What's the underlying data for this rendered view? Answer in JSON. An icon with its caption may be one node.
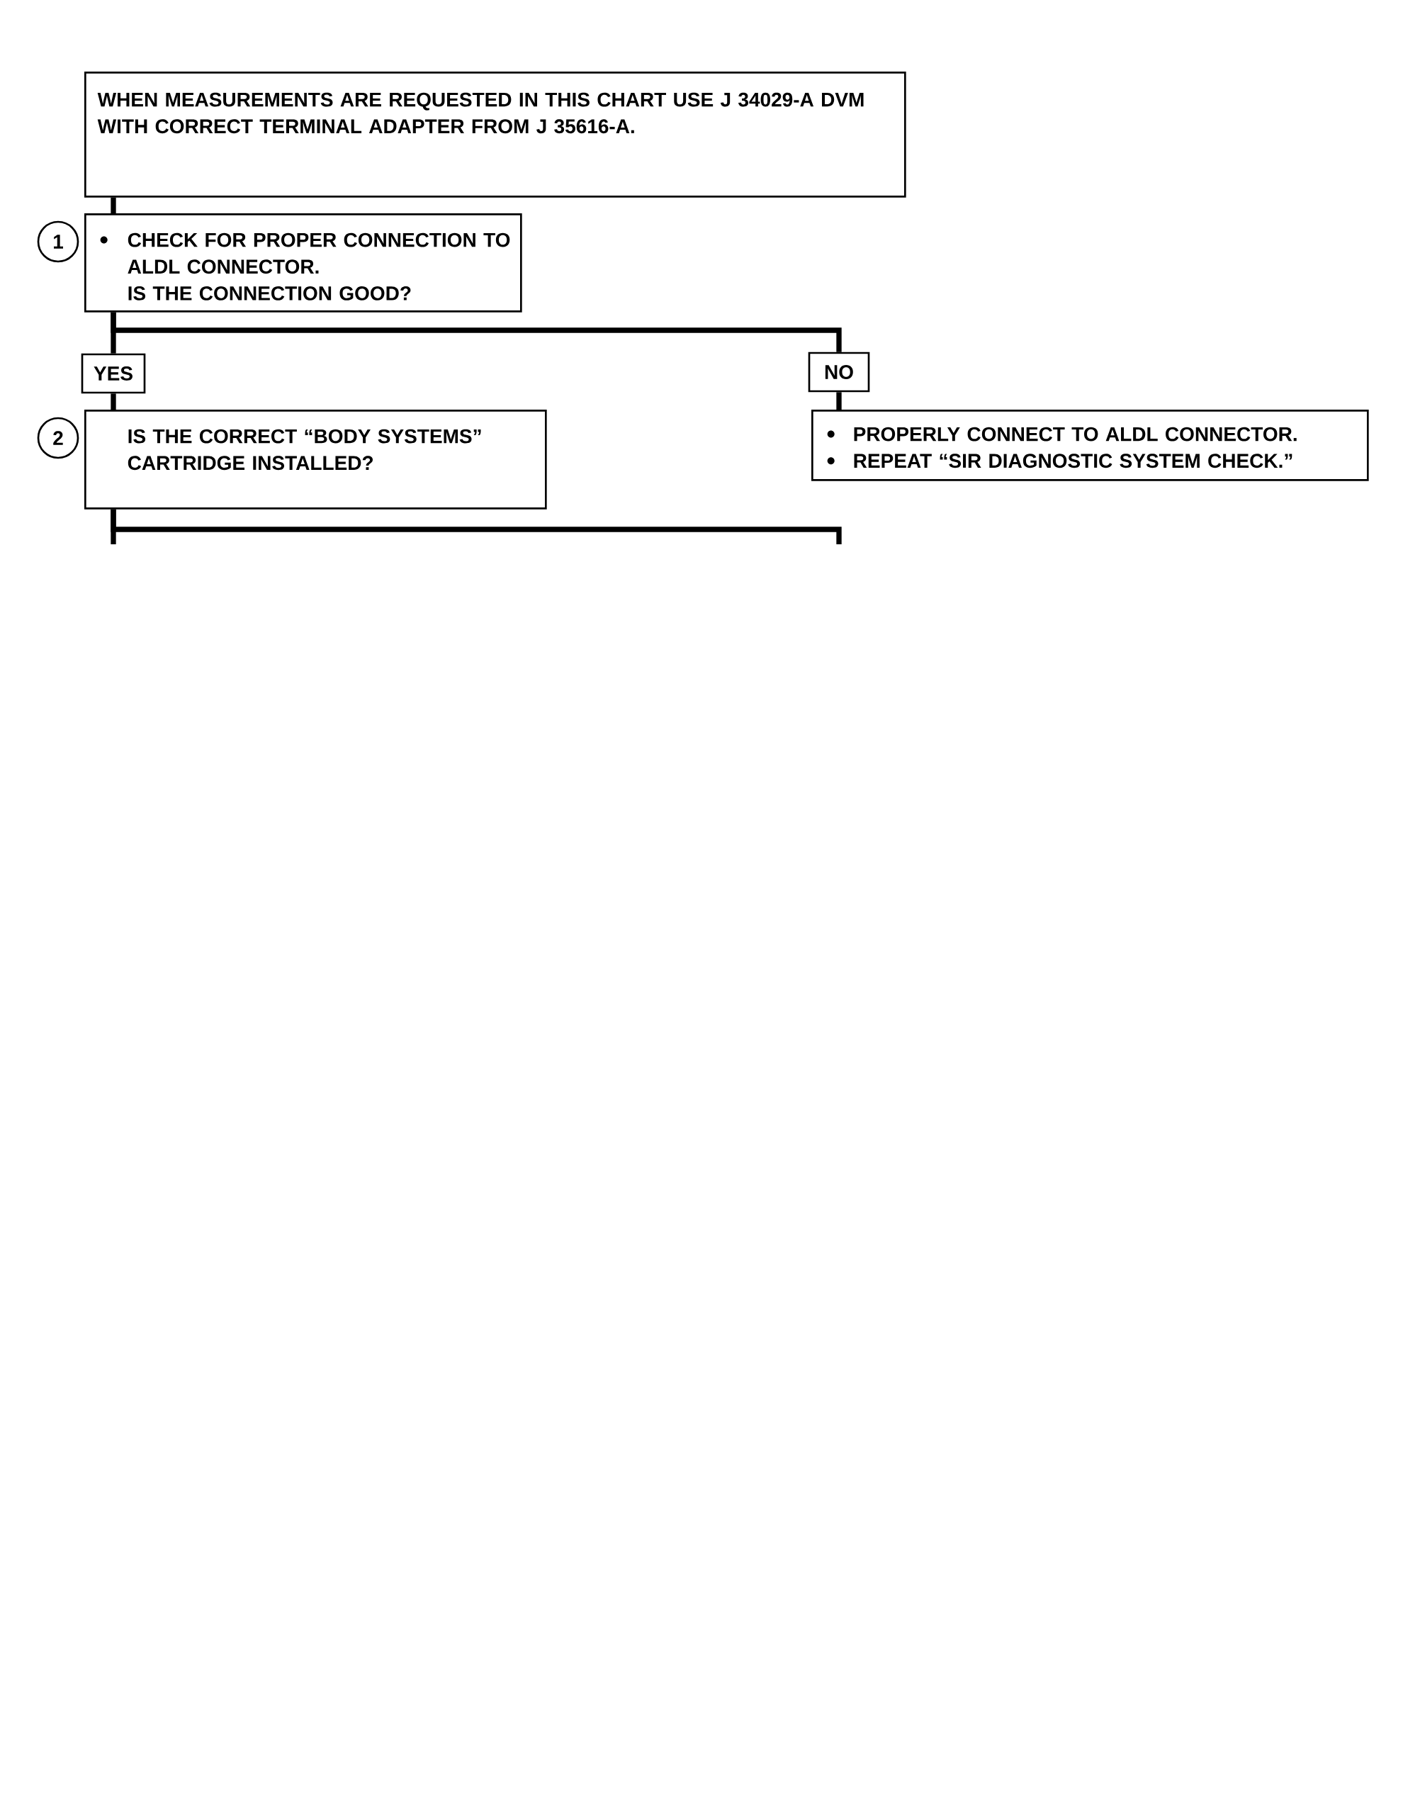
{
  "diagram": {
    "nodes": [
      {
        "text": [
          "WHEN MEASUREMENTS ARE REQUESTED IN THIS CHART USE J 34029-A DVM WITH CORRECT TERMINAL ADAPTER FROM J 35616-A."
        ]
      },
      {
        "text": [
          "1"
        ]
      },
      {
        "text": [
          "CHECK FOR PROPER CONNECTION TO ALDL CONNECTOR.",
          "IS THE CONNECTION GOOD?"
        ]
      },
      {
        "text": [
          "YES"
        ]
      },
      {
        "text": [
          "NO"
        ]
      },
      {
        "text": [
          "2"
        ]
      },
      {
        "text": [
          "IS THE CORRECT “BODY SYSTEMS” CARTRIDGE INSTALLED?"
        ]
      },
      {
        "text": [
          "PROPERLY CONNECT TO ALDL CONNECTOR.",
          "REPEAT “SIR DIAGNOSTIC SYSTEM CHECK.”"
        ]
      }
    ],
    "edges": [
      {
        "from": 0,
        "to": 2,
        "arrow": "none"
      },
      {
        "from": 2,
        "to": 3,
        "arrow": "none"
      },
      {
        "from": 2,
        "to": 4,
        "arrow": "none"
      },
      {
        "from": 3,
        "to": 6,
        "arrow": "none"
      },
      {
        "from": 4,
        "to": 7,
        "arrow": "none"
      },
      {
        "from": 6,
        "to": null,
        "arrow": "none"
      },
      {
        "from": 6,
        "to": null,
        "arrow": "none"
      }
    ]
  }
}
